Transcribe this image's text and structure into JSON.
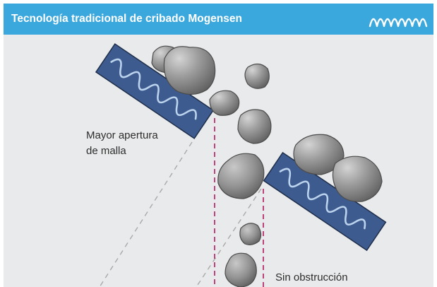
{
  "header": {
    "title": "Tecnología tradicional de cribado Mogensen",
    "brand_icon": "wave-logo-icon",
    "background_color": "#3aa8dd",
    "text_color": "#ffffff"
  },
  "labels": {
    "mayor_apertura_line1": "Mayor apertura",
    "mayor_apertura_line2": "de malla",
    "sin_obstruccion": "Sin obstrucción"
  },
  "colors": {
    "panel_background": "#e9eaeb",
    "screen_deck": "#3d5b8e",
    "screen_wave": "#bcd3ee",
    "rock_fill": "#8a8a8a",
    "dashed_gray": "#a9a9a9",
    "dashed_magenta": "#b0195e"
  }
}
